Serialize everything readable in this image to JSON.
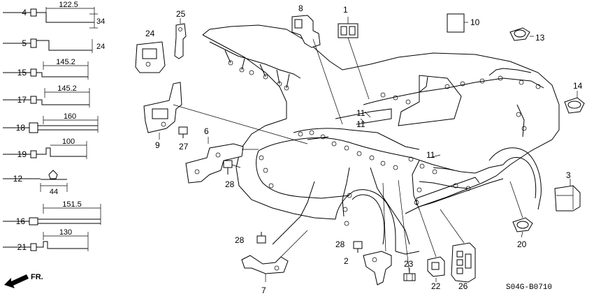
{
  "diagram_code": "S04G-B0710",
  "front_indicator": "FR.",
  "clip_dimensions": {
    "c4_a": "122.5",
    "c4_b": "34",
    "c5": "24",
    "c15": "145.2",
    "c17": "145.2",
    "c18": "160",
    "c19": "100",
    "c12": "44",
    "c16": "151.5",
    "c21": "130"
  },
  "callouts": {
    "p1": "1",
    "p2": "2",
    "p3": "3",
    "p4": "4",
    "p5": "5",
    "p6": "6",
    "p7": "7",
    "p8": "8",
    "p9": "9",
    "p10": "10",
    "p11a": "11",
    "p11b": "11",
    "p11c": "11",
    "p12": "12",
    "p13": "13",
    "p14": "14",
    "p15": "15",
    "p16": "16",
    "p17": "17",
    "p18": "18",
    "p19": "19",
    "p20": "20",
    "p21": "21",
    "p22": "22",
    "p23": "23",
    "p24": "24",
    "p25": "25",
    "p26": "26",
    "p27": "27",
    "p28a": "28",
    "p28b": "28",
    "p28c": "28"
  }
}
